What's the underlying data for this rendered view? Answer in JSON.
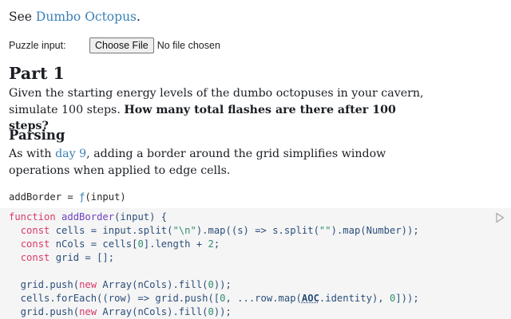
{
  "intro": {
    "prefix": "See ",
    "link": "Dumbo Octopus",
    "suffix": "."
  },
  "puzzle_input": {
    "label": "Puzzle input:",
    "button": "Choose File",
    "status": "No file chosen"
  },
  "part1": {
    "heading": "Part 1",
    "text": "Given the starting energy levels of the dumbo octopuses in your cavern, simulate 100 steps. ",
    "bold": "How many total flashes are there after 100 steps?"
  },
  "parsing": {
    "heading": "Parsing",
    "prefix": "As with ",
    "link": "day 9",
    "suffix": ", adding a border around the grid simplifies window operations when applied to edge cells."
  },
  "cell": {
    "name": "addBorder = ",
    "fn": "ƒ",
    "args": "(input)"
  },
  "code_lines": [
    [
      [
        "kw",
        "function "
      ],
      [
        "fnname",
        "addBorder"
      ],
      [
        "plain",
        "(input) {"
      ]
    ],
    [
      [
        "plain",
        "  "
      ],
      [
        "kw",
        "const "
      ],
      [
        "plain",
        "cells = input.split("
      ],
      [
        "str",
        "\"\\n\""
      ],
      [
        "plain",
        ").map((s) => s.split("
      ],
      [
        "str",
        "\"\""
      ],
      [
        "plain",
        ").map(Number));"
      ]
    ],
    [
      [
        "plain",
        "  "
      ],
      [
        "kw",
        "const "
      ],
      [
        "plain",
        "nCols = cells["
      ],
      [
        "num",
        "0"
      ],
      [
        "plain",
        "].length + "
      ],
      [
        "num",
        "2"
      ],
      [
        "plain",
        ";"
      ]
    ],
    [
      [
        "plain",
        "  "
      ],
      [
        "kw",
        "const "
      ],
      [
        "plain",
        "grid = [];"
      ]
    ],
    [
      [
        "plain",
        ""
      ]
    ],
    [
      [
        "plain",
        "  grid.push("
      ],
      [
        "kw",
        "new "
      ],
      [
        "plain",
        "Array(nCols).fill("
      ],
      [
        "num",
        "0"
      ],
      [
        "plain",
        "));"
      ]
    ],
    [
      [
        "plain",
        "  cells.forEach((row) => grid.push(["
      ],
      [
        "num",
        "0"
      ],
      [
        "plain",
        ", ...row.map("
      ],
      [
        "aoc",
        "AOC"
      ],
      [
        "plain",
        ".identity), "
      ],
      [
        "num",
        "0"
      ],
      [
        "plain",
        "]));"
      ]
    ],
    [
      [
        "plain",
        "  grid.push("
      ],
      [
        "kw",
        "new "
      ],
      [
        "plain",
        "Array(nCols).fill("
      ],
      [
        "num",
        "0"
      ],
      [
        "plain",
        "));"
      ]
    ]
  ],
  "colors": {
    "link": "#3b80b5",
    "keyword": "#d73a68",
    "function": "#6f42c1",
    "number": "#2f8e6e",
    "code_bg": "#f5f5f5"
  },
  "icons": {
    "run": "play-icon"
  }
}
